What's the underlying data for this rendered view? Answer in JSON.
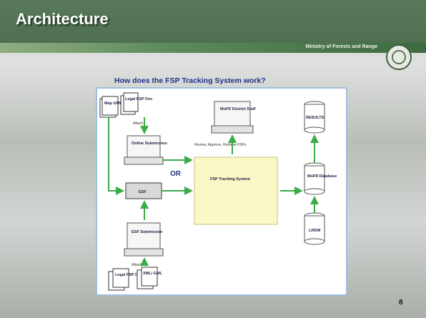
{
  "slide": {
    "title": "Architecture",
    "ministry": "Ministry of Forests and Range",
    "subtitle": "How does the FSP Tracking System work?",
    "page_number": "8"
  },
  "diagram": {
    "docs_top": {
      "map": "Map GML",
      "legal": "Legal FSP Doc"
    },
    "attach_top": "Attach",
    "online_submission": "Online Submission",
    "mofr_staff": "MoFR District Staff",
    "review_text": "Review, Approve, Retrieve FSPs",
    "or_text": "OR",
    "esf": "ESF",
    "fsp_tracking": "FSP Tracking System",
    "results": "RESULTS",
    "mofr_db": "MoFR Database",
    "lrdw": "LRDW",
    "esf_submission": "ESF Submission",
    "attach_bottom": "Attach",
    "docs_bottom": {
      "legal": "Legal FSP Doc",
      "xml": "XML/ GML"
    }
  },
  "colors": {
    "header_green": "#58795a",
    "arrow_green": "#3cab4a",
    "fsp_box_fill": "#fbf8c7",
    "subtitle_blue": "#1f2f8a"
  }
}
